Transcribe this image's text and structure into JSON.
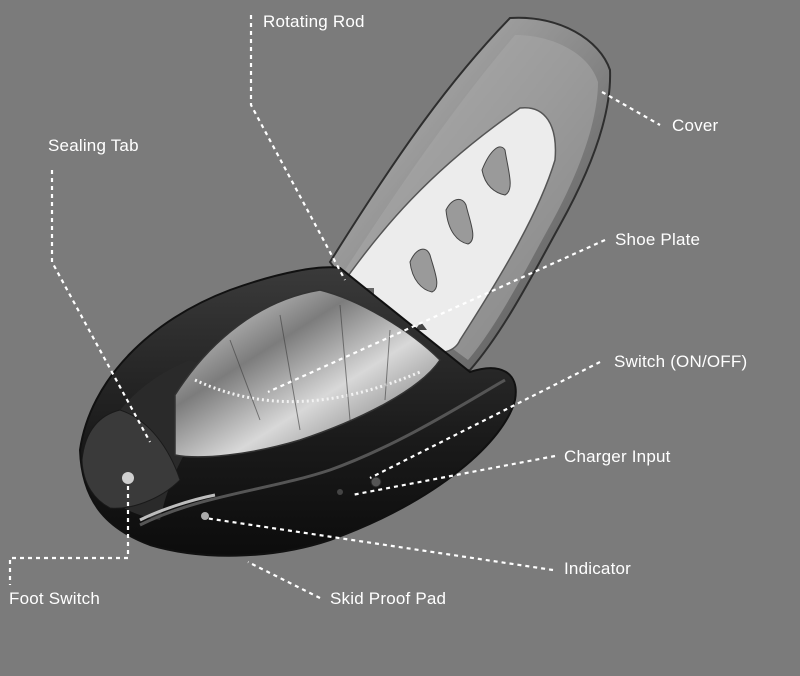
{
  "labels": {
    "rotating_rod": "Rotating Rod",
    "cover": "Cover",
    "sealing_tab": "Sealing Tab",
    "shoe_plate": "Shoe Plate",
    "switch": "Switch (ON/OFF)",
    "charger_input": "Charger Input",
    "indicator": "Indicator",
    "foot_switch": "Foot Switch",
    "skid_proof_pad": "Skid Proof Pad"
  },
  "colors": {
    "background": "#7b7b7b",
    "label_text": "#ffffff",
    "leader_line": "#ffffff"
  }
}
